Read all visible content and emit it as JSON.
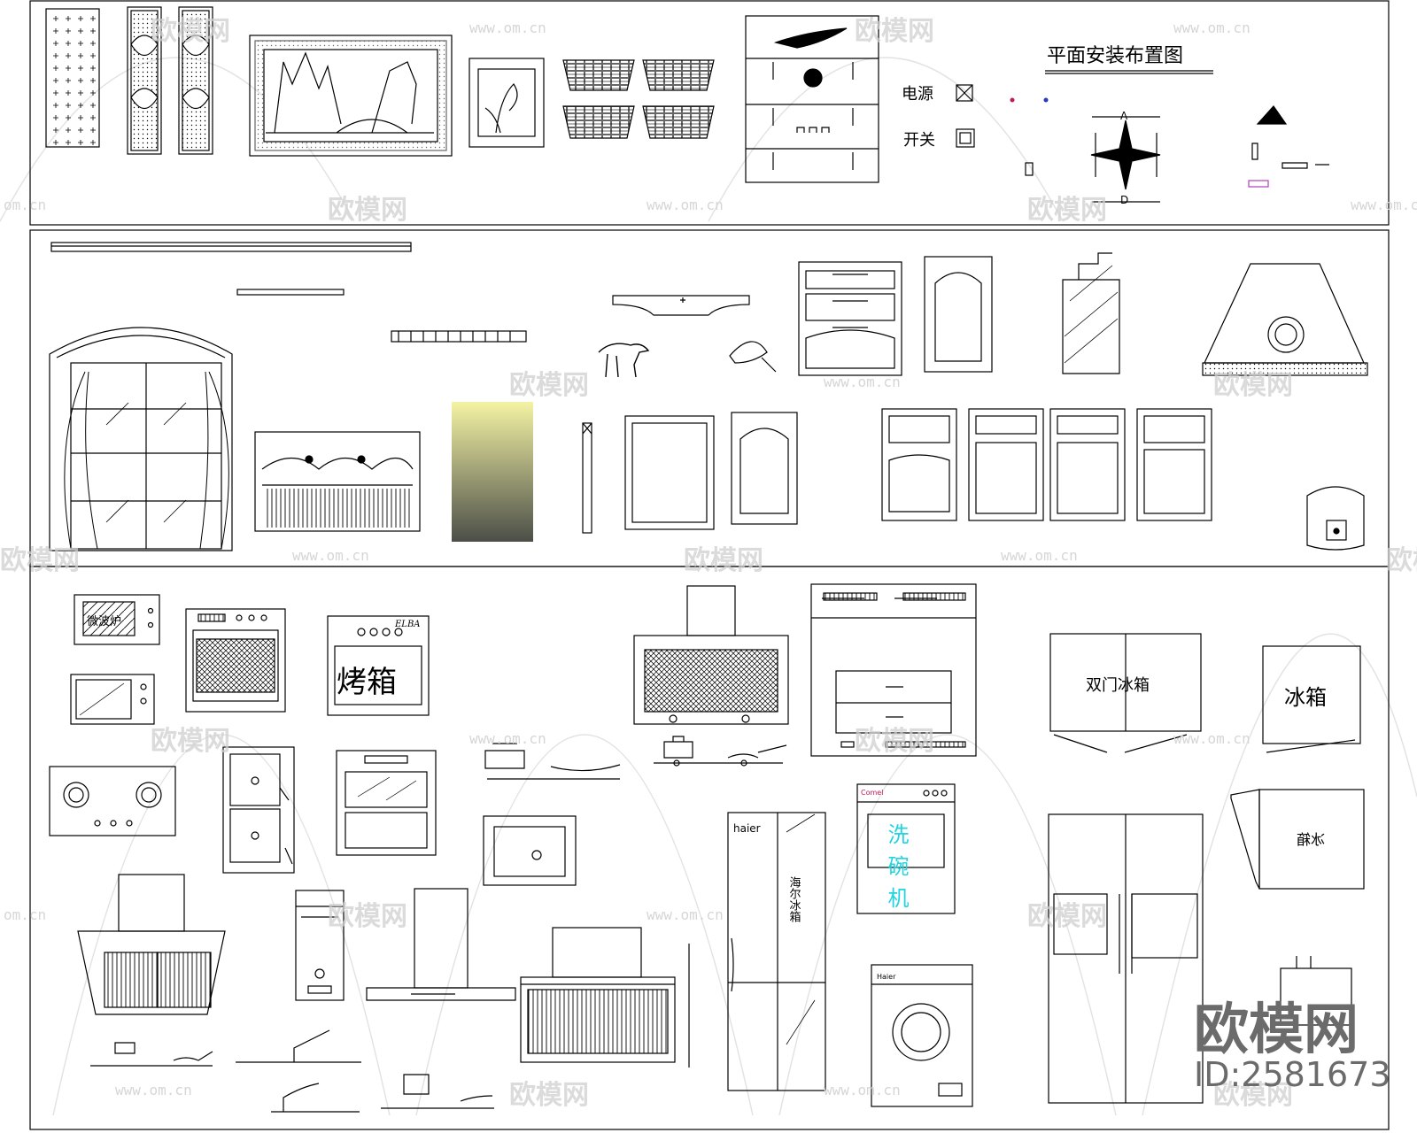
{
  "title_block": {
    "title": "平面安装布置图"
  },
  "legend": {
    "power_label": "电源",
    "switch_label": "开关",
    "compass_top": "A",
    "compass_bottom": "D"
  },
  "appliance_labels": {
    "microwave_panel": "微波炉",
    "oven_brand": "ELBA",
    "oven": "烤箱",
    "double_door_fridge": "双门冰箱",
    "fridge": "冰箱",
    "fridge_mirrored": "冰箱",
    "dishwasher": "洗碗机",
    "fridge_brand": "haier",
    "washer_brand": "Haier",
    "dishwasher_brand": "Comel",
    "tall_fridge_side": "海尔冰箱"
  },
  "watermark": {
    "brand": "欧模网",
    "url": "www.om.cn",
    "url_short": "om.cn",
    "id_text": "ID:2581673"
  },
  "colors": {
    "line": "#000000",
    "watermark": "#cfcfcf",
    "dishwasher_text": "#22d3e0",
    "gradient_top": "#f4f3a4",
    "gradient_bottom": "#4b4e47",
    "marker_red": "#c2185b",
    "marker_blue": "#2737c8",
    "marker_magenta": "#b040c0"
  }
}
